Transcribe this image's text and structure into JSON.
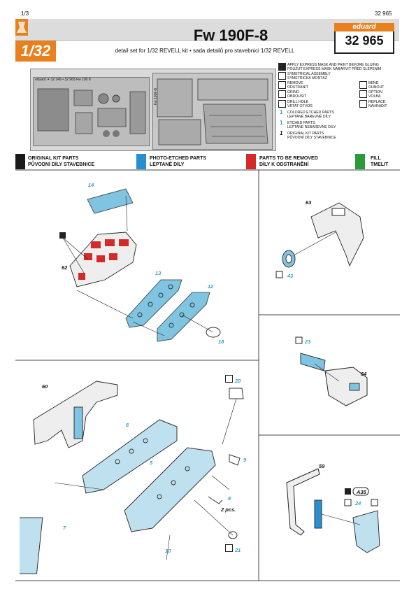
{
  "page": {
    "number": "1/3",
    "code": "32 965"
  },
  "header": {
    "scale": "1/32",
    "title": "Fw 190F-8",
    "subtitle": "detail set for 1/32 REVELL kit • sada detailů pro stavebnici 1/32 REVELL",
    "brand": "eduard",
    "product_number": "32 965"
  },
  "fret": {
    "label_left": "eduard ✈ 32 349 • 32 965 Fw 190 8",
    "label_right": "Fw 190F-8"
  },
  "legend": [
    {
      "text": "APPLY EXPRESS MASK AND PAINT BEFORE GLUING\nPOUŽIJT EXPRESS MASK NABARVIT PŘED SLEPENÍM"
    },
    {
      "text": "SYMETRICAL ASSEMBLY\nSYMETRICKÁ MONTÁŽ"
    },
    {
      "text": "REMOVE\nODSTRANIT"
    },
    {
      "text": "BEND\nOHNOUT"
    },
    {
      "text": "GRIND\nOBROUSIT"
    },
    {
      "text": "OPTION\nVOLBA"
    },
    {
      "text": "DRILL HOLE\nVRTAT OTVOR"
    },
    {
      "text": "REPLACE\nNAHRADIT"
    },
    {
      "text": "COLORED ETCHED PARTS\nLEPTANÉ BAREVNÉ DÍLY"
    },
    {
      "text": "ETCHED PARTS\nLEPTANÉ NEBAREVNÉ DÍLY"
    },
    {
      "text": "ORIGINAL KIT PARTS\nPŮVODNÍ DÍLY STAVEBNICE"
    }
  ],
  "categories": [
    {
      "en": "ORIGINAL KIT PARTS",
      "cz": "PŮVODNÍ DÍLY STAVEBNICE",
      "color": "#1a1a1a"
    },
    {
      "en": "PHOTO-ETCHED PARTS",
      "cz": "LEPTANÉ DÍLY",
      "color": "#2a8fd0"
    },
    {
      "en": "PARTS TO BE REMOVED",
      "cz": "DÍLY K ODSTRANĚNÍ",
      "color": "#d42a2a"
    },
    {
      "en": "FILL",
      "cz": "TMELIT",
      "color": "#2a9a3a"
    }
  ],
  "parts": {
    "p14": "14",
    "p62": "62",
    "p13": "13",
    "p12": "12",
    "p18": "18",
    "p63": "63",
    "p43": "43",
    "p23": "23",
    "p64": "64",
    "p60": "60",
    "p20": "20",
    "p6": "6",
    "p5": "5",
    "p9": "9",
    "p8": "8",
    "pcs": "2 pcs.",
    "p7": "7",
    "p10": "10",
    "p21": "21",
    "p59": "59",
    "pA35": "A35",
    "p24": "24"
  },
  "colors": {
    "orange": "#e8801e",
    "pe_blue": "#3aa0c8",
    "part_gray": "#e6e6e6",
    "red": "#d42a2a"
  }
}
